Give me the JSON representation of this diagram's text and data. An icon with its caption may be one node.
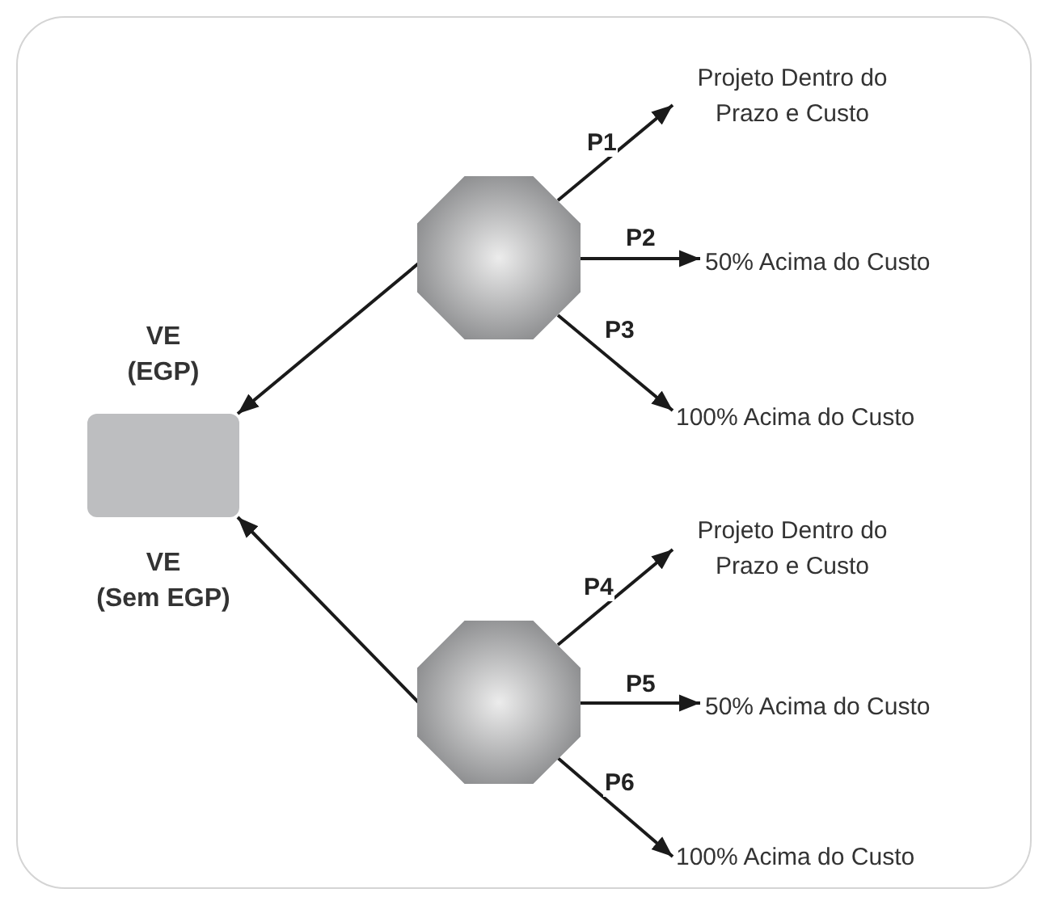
{
  "diagram": {
    "nodes": [
      {
        "text": [],
        "shape": "box",
        "beside": [
          "VE (EGP)",
          "VE (Sem EGP)"
        ]
      },
      {
        "text": [],
        "shape": "octagon"
      },
      {
        "text": [
          "Projeto Dentro do Prazo e Custo"
        ]
      },
      {
        "text": [
          "50% Acima do Custo"
        ]
      },
      {
        "text": [
          "100% Acima do Custo"
        ]
      },
      {
        "text": [],
        "shape": "octagon"
      },
      {
        "text": [
          "Projeto Dentro do Prazo e Custo"
        ]
      },
      {
        "text": [
          "50% Acima do Custo"
        ]
      },
      {
        "text": [
          "100% Acima do Custo"
        ]
      }
    ],
    "edges": [
      {
        "from": 1,
        "to": 0,
        "arrow": "to"
      },
      {
        "from": 1,
        "to": 2,
        "arrow": "to",
        "label": "P1"
      },
      {
        "from": 1,
        "to": 3,
        "arrow": "to",
        "label": "P2"
      },
      {
        "from": 1,
        "to": 4,
        "arrow": "to",
        "label": "P3"
      },
      {
        "from": 5,
        "to": 0,
        "arrow": "to"
      },
      {
        "from": 5,
        "to": 6,
        "arrow": "to",
        "label": "P4"
      },
      {
        "from": 5,
        "to": 7,
        "arrow": "to",
        "label": "P5"
      },
      {
        "from": 5,
        "to": 8,
        "arrow": "to",
        "label": "P6"
      }
    ]
  }
}
